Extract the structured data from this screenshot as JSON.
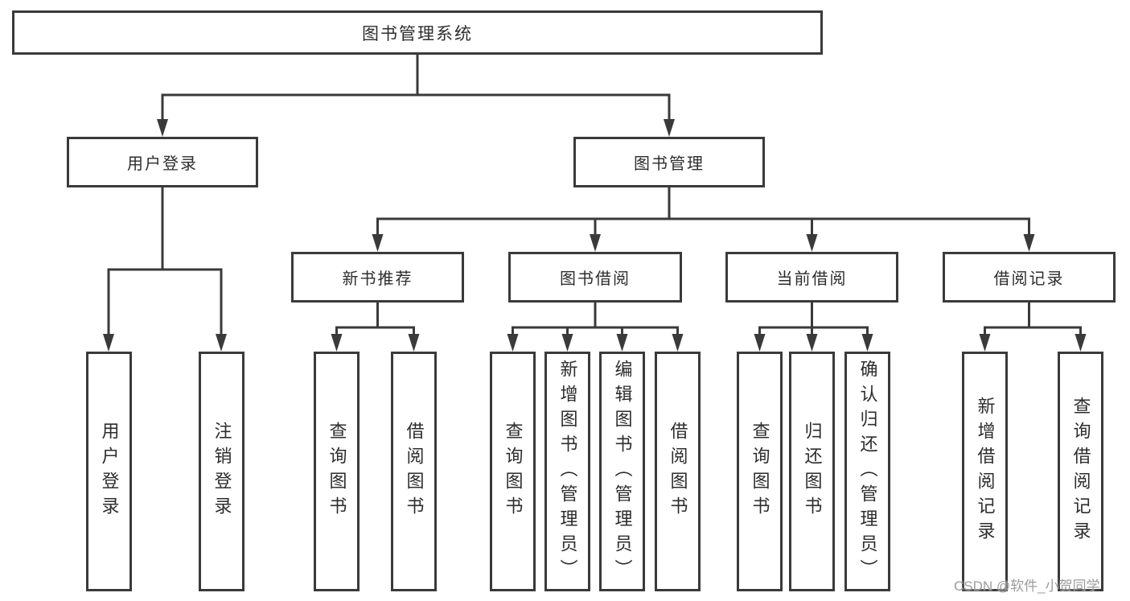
{
  "diagram": {
    "title": "图书管理系统",
    "nodes": {
      "root": "图书管理系统",
      "user_login": "用户登录",
      "book_mgmt": "图书管理",
      "new_book_rec": "新书推荐",
      "book_borrow": "图书借阅",
      "current_borrow": "当前借阅",
      "borrow_records": "借阅记录",
      "login_leaf_user_login": "用户登录",
      "login_leaf_logout": "注销登录",
      "rec_leaf_query_book": "查询图书",
      "rec_leaf_borrow_book": "借阅图书",
      "borrow_leaf_query_book": "查询图书",
      "borrow_leaf_add_book": "新增图书（管理员）",
      "borrow_leaf_edit_book": "编辑图书（管理员）",
      "borrow_leaf_borrow_book": "借阅图书",
      "current_leaf_query_book": "查询图书",
      "current_leaf_return_book": "归还图书",
      "current_leaf_confirm_return": "确认归还（管理员）",
      "records_leaf_add_record": "新增借阅记录",
      "records_leaf_query_record": "查询借阅记录"
    },
    "hierarchy": {
      "图书管理系统": [
        "用户登录",
        "图书管理"
      ],
      "用户登录": [
        "用户登录",
        "注销登录"
      ],
      "图书管理": [
        "新书推荐",
        "图书借阅",
        "当前借阅",
        "借阅记录"
      ],
      "新书推荐": [
        "查询图书",
        "借阅图书"
      ],
      "图书借阅": [
        "查询图书",
        "新增图书（管理员）",
        "编辑图书（管理员）",
        "借阅图书"
      ],
      "当前借阅": [
        "查询图书",
        "归还图书",
        "确认归还（管理员）"
      ],
      "借阅记录": [
        "新增借阅记录",
        "查询借阅记录"
      ]
    },
    "colors": {
      "line": "#3a3a3a",
      "text": "#2d2d2d",
      "background": "#ffffff",
      "watermark": "#9c9c9c"
    }
  },
  "watermark": "CSDN @软件_小贺同学"
}
